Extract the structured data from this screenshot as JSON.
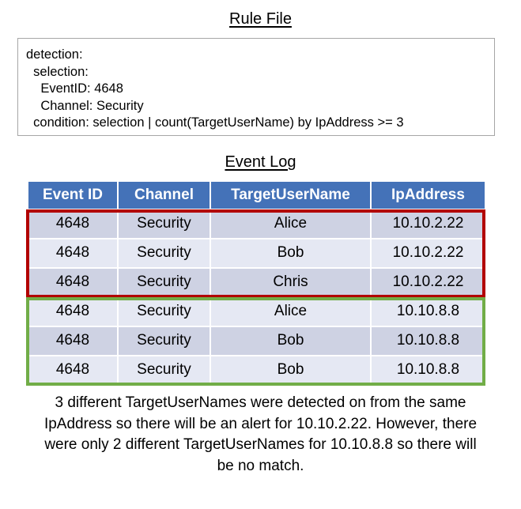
{
  "sections": {
    "rule": {
      "title": "Rule File",
      "code": "detection:\n  selection:\n    EventID: 4648\n    Channel: Security\n  condition: selection | count(TargetUserName) by IpAddress >= 3"
    },
    "log": {
      "title": "Event Log"
    }
  },
  "table": {
    "columns": [
      "Event ID",
      "Channel",
      "TargetUserName",
      "IpAddress"
    ],
    "rows": [
      [
        "4648",
        "Security",
        "Alice",
        "10.10.2.22"
      ],
      [
        "4648",
        "Security",
        "Bob",
        "10.10.2.22"
      ],
      [
        "4648",
        "Security",
        "Chris",
        "10.10.2.22"
      ],
      [
        "4648",
        "Security",
        "Alice",
        "10.10.8.8"
      ],
      [
        "4648",
        "Security",
        "Bob",
        "10.10.8.8"
      ],
      [
        "4648",
        "Security",
        "Bob",
        "10.10.8.8"
      ]
    ]
  },
  "highlights": {
    "match": {
      "label": "matching-group-10.10.2.22",
      "color": "#b20000",
      "rows": [
        0,
        1,
        2
      ]
    },
    "nomatch": {
      "label": "non-matching-group-10.10.8.8",
      "color": "#71ad47",
      "rows": [
        3,
        4,
        5
      ]
    }
  },
  "caption": "3 different TargetUserNames were detected on from the same IpAddress so there will be an alert for 10.10.2.22. However, there were only 2 different TargetUserNames for 10.10.8.8 so there will be no match.",
  "colors": {
    "header_blue": "#4472b8",
    "row_dark": "#ced2e3",
    "row_light": "#e5e8f3",
    "box_border": "#a6a6a6",
    "highlight_red": "#b20000",
    "highlight_green": "#71ad47"
  }
}
